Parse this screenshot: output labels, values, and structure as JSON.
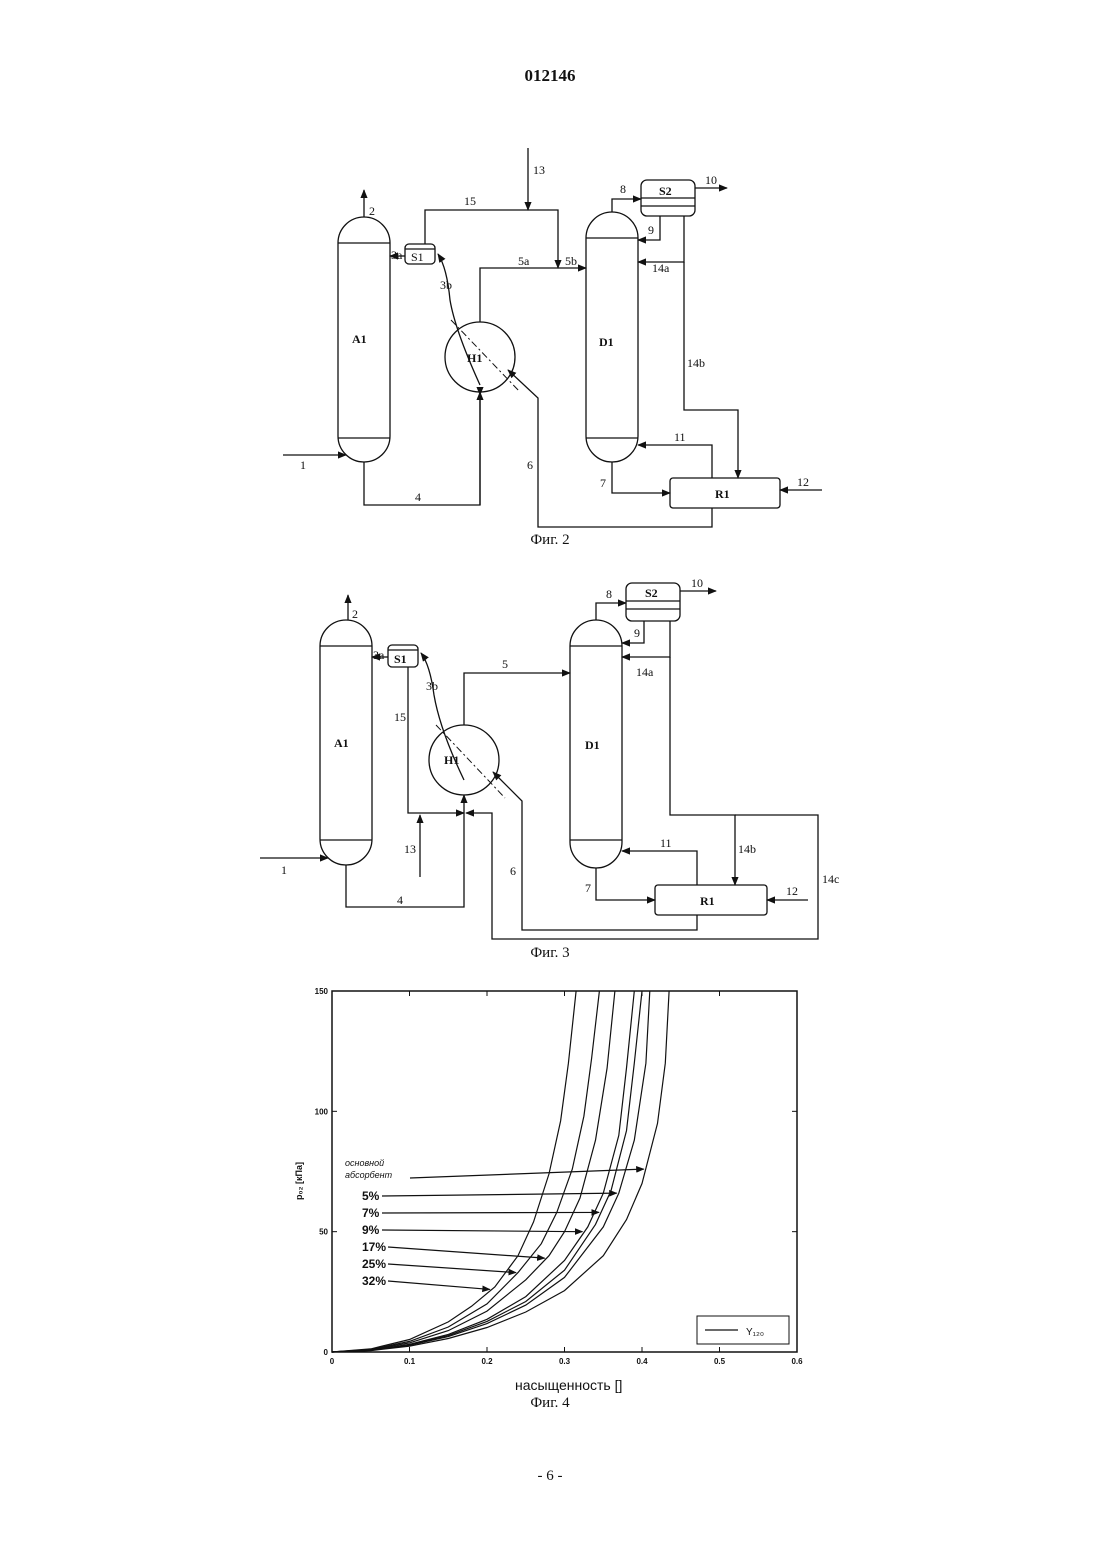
{
  "header": {
    "doc_number": "012146"
  },
  "fig2": {
    "caption": "Фиг. 2",
    "labels": {
      "A1": "A1",
      "H1": "H1",
      "D1": "D1",
      "S1": "S1",
      "S2": "S2",
      "R1": "R1",
      "s1": "1",
      "s2": "2",
      "s3a": "3a",
      "s3b": "3b",
      "s4": "4",
      "s5a": "5a",
      "s5b": "5b",
      "s6": "6",
      "s7": "7",
      "s8": "8",
      "s9": "9",
      "s10": "10",
      "s11": "11",
      "s12": "12",
      "s13": "13",
      "s14a": "14a",
      "s14b": "14b",
      "s15": "15"
    }
  },
  "fig3": {
    "caption": "Фиг. 3",
    "labels": {
      "A1": "A1",
      "H1": "H1",
      "D1": "D1",
      "S1": "S1",
      "S2": "S2",
      "R1": "R1",
      "s1": "1",
      "s2": "2",
      "s3a": "3a",
      "s3b": "3b",
      "s4": "4",
      "s5": "5",
      "s6": "6",
      "s7": "7",
      "s8": "8",
      "s9": "9",
      "s10": "10",
      "s11": "11",
      "s12": "12",
      "s13": "13",
      "s14a": "14a",
      "s14b": "14b",
      "s14c": "14c",
      "s15": "15"
    }
  },
  "fig4": {
    "caption": "Фиг. 4"
  },
  "chart_data": {
    "type": "line",
    "xlabel": "насыщенность []",
    "ylabel": "p₀₂ [кПа]",
    "xlim": [
      0,
      0.6
    ],
    "ylim": [
      0,
      150
    ],
    "x_ticks": [
      "0",
      "0.1",
      "0.2",
      "0.3",
      "0.4",
      "0.5",
      "0.6"
    ],
    "y_ticks": [
      "0",
      "50",
      "100",
      "150"
    ],
    "legend": {
      "label": "Y₁₂₀",
      "placement": "bottom-right"
    },
    "series": [
      {
        "name": "основной абсорбент",
        "x": [
          0,
          0.05,
          0.1,
          0.15,
          0.2,
          0.25,
          0.3,
          0.35,
          0.38,
          0.4,
          0.42,
          0.43,
          0.435
        ],
        "y": [
          0,
          0.6,
          2.4,
          5.6,
          10.2,
          16.6,
          25.5,
          40,
          55,
          70,
          95,
          120,
          150
        ]
      },
      {
        "name": "5%",
        "x": [
          0,
          0.05,
          0.1,
          0.15,
          0.2,
          0.25,
          0.3,
          0.35,
          0.37,
          0.39,
          0.405,
          0.41
        ],
        "y": [
          0,
          0.7,
          2.8,
          6.4,
          11.8,
          19.5,
          31,
          52,
          66,
          88,
          120,
          150
        ]
      },
      {
        "name": "7%",
        "x": [
          0,
          0.05,
          0.1,
          0.15,
          0.2,
          0.25,
          0.3,
          0.34,
          0.36,
          0.38,
          0.39,
          0.4
        ],
        "y": [
          0,
          0.7,
          3,
          6.8,
          12.7,
          21,
          34,
          53,
          67,
          92,
          120,
          150
        ]
      },
      {
        "name": "9%",
        "x": [
          0,
          0.05,
          0.1,
          0.15,
          0.2,
          0.25,
          0.3,
          0.33,
          0.35,
          0.37,
          0.38,
          0.39
        ],
        "y": [
          0,
          0.8,
          3.2,
          7.3,
          13.6,
          23,
          38,
          52,
          66,
          90,
          118,
          150
        ]
      },
      {
        "name": "17%",
        "x": [
          0,
          0.05,
          0.1,
          0.15,
          0.2,
          0.25,
          0.28,
          0.3,
          0.32,
          0.34,
          0.355,
          0.365
        ],
        "y": [
          0,
          1,
          3.8,
          8.9,
          17,
          30,
          40,
          50,
          64,
          88,
          118,
          150
        ]
      },
      {
        "name": "25%",
        "x": [
          0,
          0.05,
          0.1,
          0.15,
          0.2,
          0.24,
          0.27,
          0.29,
          0.31,
          0.325,
          0.335,
          0.345
        ],
        "y": [
          0,
          1.1,
          4.4,
          10.4,
          20,
          33,
          45,
          58,
          76,
          98,
          122,
          150
        ]
      },
      {
        "name": "32%",
        "x": [
          0,
          0.05,
          0.1,
          0.15,
          0.18,
          0.21,
          0.24,
          0.26,
          0.28,
          0.295,
          0.305,
          0.315
        ],
        "y": [
          0,
          1.3,
          5.2,
          12.5,
          19,
          27,
          40,
          54,
          74,
          96,
          120,
          150
        ]
      }
    ],
    "annotations": [
      {
        "text": "основной",
        "target_series": "основной абсорбент",
        "point": [
          0.385,
          76
        ]
      },
      {
        "text": "абсорбент",
        "target_series": "основной абсорбент",
        "point": [
          0.385,
          76
        ]
      },
      {
        "text": "5%",
        "target_series": "5%",
        "point": [
          0.355,
          66
        ]
      },
      {
        "text": "7%",
        "target_series": "7%",
        "point": [
          0.33,
          58
        ]
      },
      {
        "text": "9%",
        "target_series": "9%",
        "point": [
          0.305,
          50
        ]
      },
      {
        "text": "17%",
        "target_series": "17%",
        "point": [
          0.27,
          39
        ]
      },
      {
        "text": "25%",
        "target_series": "25%",
        "point": [
          0.235,
          33
        ]
      },
      {
        "text": "32%",
        "target_series": "32%",
        "point": [
          0.19,
          26
        ]
      }
    ]
  },
  "footer": {
    "page_number": "- 6 -"
  }
}
